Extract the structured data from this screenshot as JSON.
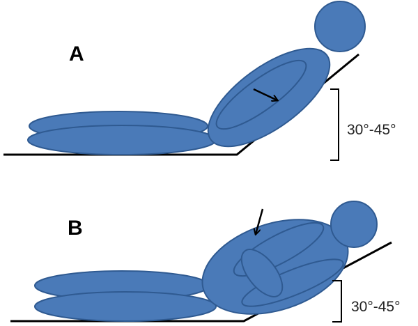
{
  "panels": [
    {
      "id": "A",
      "label": "A",
      "incline_label": "30°-45°"
    },
    {
      "id": "B",
      "label": "B",
      "incline_label": "30°-45°"
    }
  ],
  "colors": {
    "body_fill": "#4a7ab8",
    "body_stroke": "#2f5a91",
    "line": "#000000",
    "background": "#ffffff"
  }
}
